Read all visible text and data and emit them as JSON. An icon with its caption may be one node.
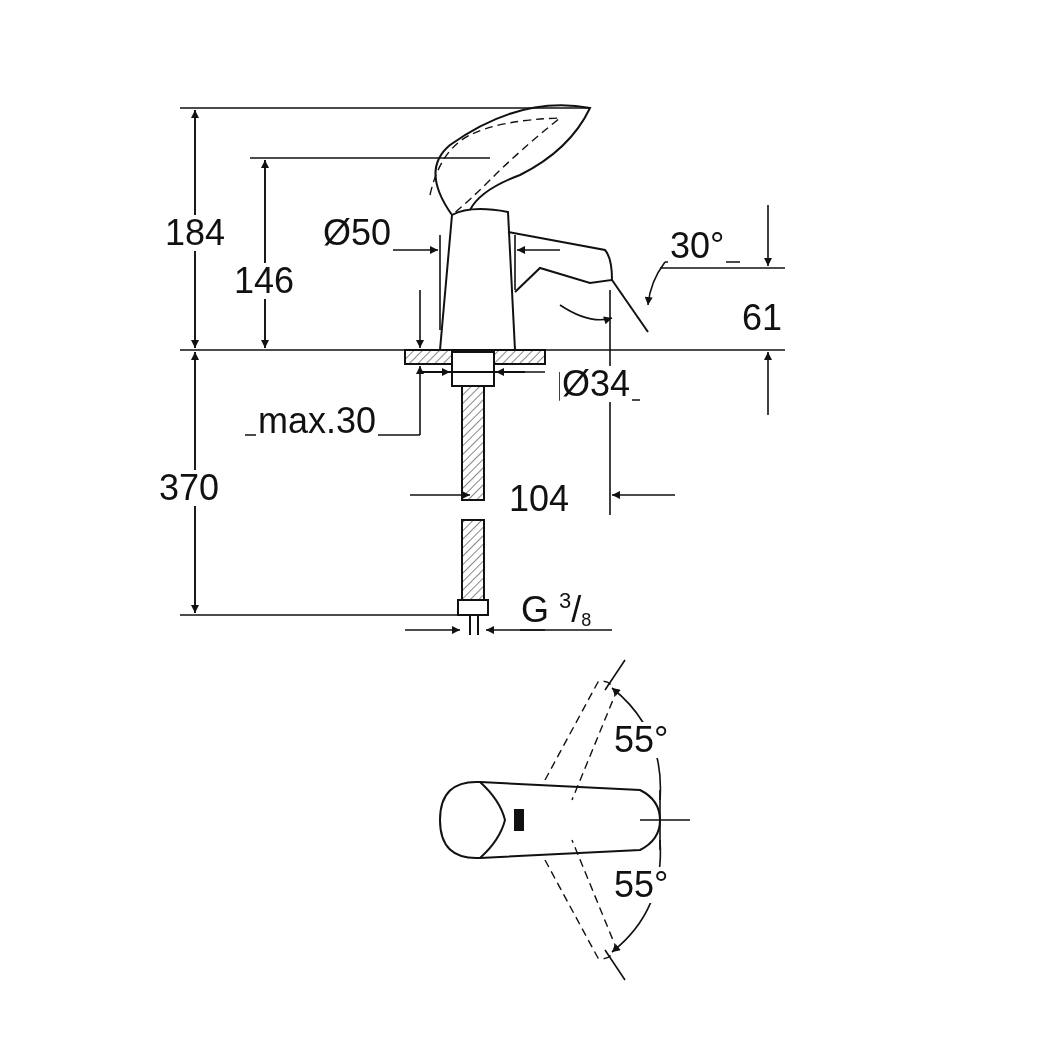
{
  "diagram": {
    "labels": [
      "184",
      "146",
      "Ø50",
      "30°",
      "61",
      "Ø34",
      "max.30",
      "370",
      "104",
      "G $^{3}$/$_{8}$",
      "55°",
      "55°"
    ]
  }
}
